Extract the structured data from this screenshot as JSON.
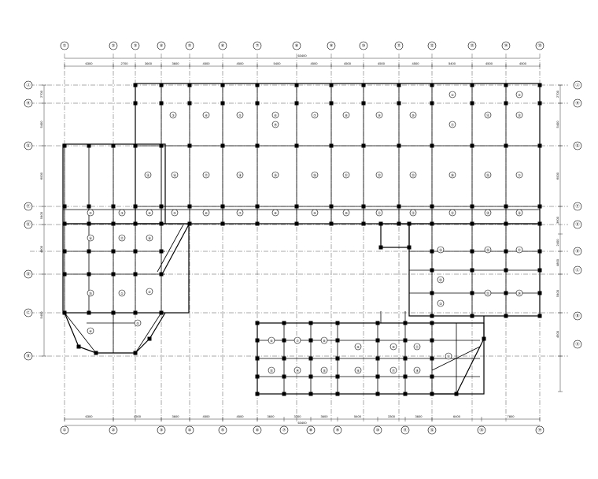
{
  "top_axes": [
    "①",
    "②",
    "③",
    "④",
    "⑤",
    "⑥",
    "⑦",
    "⑧",
    "⑨",
    "⑩",
    "⑪",
    "⑫",
    "⑬",
    "⑭",
    "⑮"
  ],
  "bottom_axes": [
    "①",
    "②",
    "③",
    "④",
    "⑤",
    "⑥",
    "⑦",
    "⑧",
    "⑨",
    "⑩",
    "⑪",
    "⑫",
    "⑬",
    "⑭"
  ],
  "left_axes": [
    "Ⓙ",
    "Ⓗ",
    "Ⓖ",
    "Ⓕ",
    "Ⓔ",
    "Ⓓ",
    "Ⓒ",
    "Ⓑ",
    "Ⓐ"
  ],
  "right_axes": [
    "Ⓙ",
    "Ⓗ",
    "Ⓖ",
    "Ⓕ",
    "Ⓔ",
    "Ⓓ",
    "Ⓒ",
    "Ⓑ",
    "Ⓐ"
  ],
  "top_dims": [
    "6300",
    "2700",
    "3600",
    "3600",
    "4500",
    "4500",
    "5400",
    "4500",
    "4500",
    "4500",
    "4500",
    "5400",
    "4500",
    "4500"
  ],
  "top_total": "63400",
  "bottom_dims": [
    "6300",
    "4500",
    "3600",
    "4500",
    "4500",
    "3600",
    "3300",
    "3600",
    "5400",
    "3300",
    "3600",
    "6400",
    "7800"
  ],
  "bottom_total": "63400",
  "left_dims": [
    "2700",
    "5400",
    "6000",
    "5400",
    "4800",
    "5400"
  ],
  "right_dims": [
    "2700",
    "5400",
    "6000",
    "3600",
    "2400",
    "4800",
    "5400",
    "4500"
  ],
  "slab_marks": [
    "①",
    "②",
    "③",
    "④",
    "⑤",
    "⑥",
    "⑦",
    "⑧",
    "⑨",
    "⑩",
    "⑪",
    "⑫",
    "⑬",
    "⑭",
    "⑮",
    "⑯",
    "⑰",
    "⑱",
    "⑲",
    "⑳",
    "㉑",
    "㉒",
    "㉓",
    "㉔",
    "㉕"
  ]
}
